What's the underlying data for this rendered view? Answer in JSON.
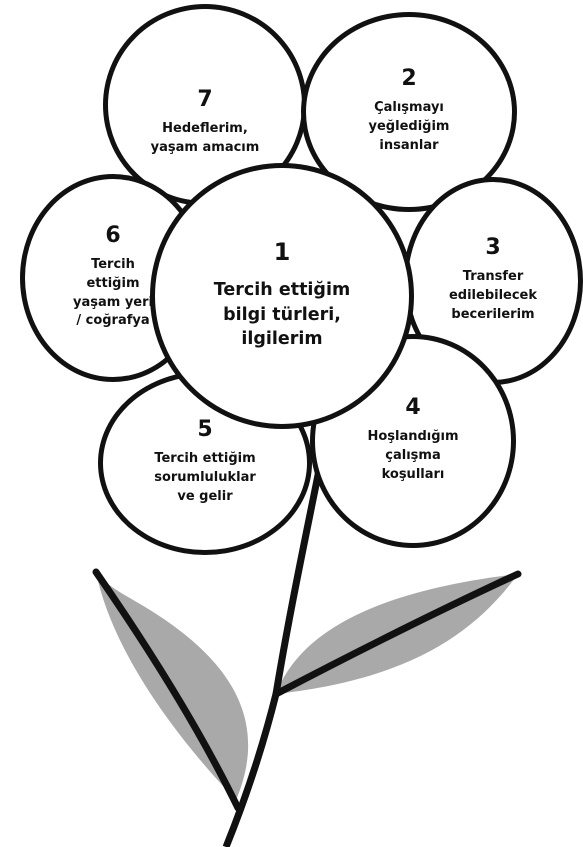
{
  "petals": [
    {
      "id": "p7",
      "number": "7",
      "label_lines": [
        "Hedeflerim,",
        "yaşam amacım"
      ]
    },
    {
      "id": "p2",
      "number": "2",
      "label_lines": [
        "Çalışmayı",
        "yeğlediğim",
        "insanlar"
      ]
    },
    {
      "id": "p6",
      "number": "6",
      "label_lines": [
        "Tercih",
        "ettiğim",
        "yaşam yeri",
        "/ coğrafya"
      ]
    },
    {
      "id": "p3",
      "number": "3",
      "label_lines": [
        "Transfer",
        "edilebilecek",
        "becerilerim"
      ]
    },
    {
      "id": "p5",
      "number": "5",
      "label_lines": [
        "Tercih ettiğim",
        "sorumluluklar",
        "ve gelir"
      ]
    },
    {
      "id": "p4",
      "number": "4",
      "label_lines": [
        "Hoşlandığım",
        "çalışma",
        "koşulları"
      ]
    }
  ],
  "center": {
    "number": "1",
    "label_lines": [
      "Tercih ettiğim",
      "bilgi türleri,",
      "ilgilerim"
    ]
  },
  "colors": {
    "outline": "#111111",
    "leaf": "#a9a9a9",
    "background": "#ffffff"
  }
}
